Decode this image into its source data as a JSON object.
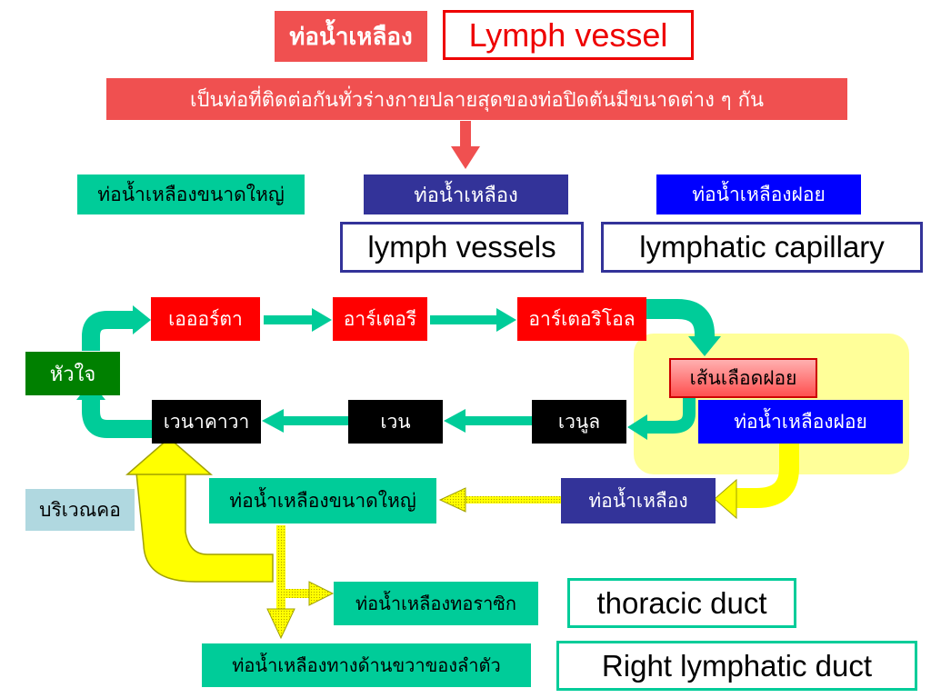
{
  "header": {
    "title_th": "ท่อน้ำเหลือง",
    "title_en": "Lymph vessel",
    "definition": "เป็นท่อที่ติดต่อกันทั่วร่างกายปลายสุดของท่อปิดตันมีขนาดต่าง ๆ กัน"
  },
  "types": {
    "large": "ท่อน้ำเหลืองขนาดใหญ่",
    "vessel": "ท่อน้ำเหลือง",
    "vessel_en": "lymph vessels",
    "capillary": "ท่อน้ำเหลืองฝอย",
    "capillary_en": "lymphatic capillary"
  },
  "circulation": {
    "heart": "หัวใจ",
    "aorta": "เอออร์ตา",
    "artery": "อาร์เตอรี",
    "arteriole": "อาร์เตอริโอล",
    "capillary": "เส้นเลือดฝอย",
    "lymph_capillary": "ท่อน้ำเหลืองฝอย",
    "vena_cava": "เวนาคาวา",
    "vein": "เวน",
    "venule": "เวนูล"
  },
  "lymph_path": {
    "neck": "บริเวณคอ",
    "large_duct": "ท่อน้ำเหลืองขนาดใหญ่",
    "lymph_vessel": "ท่อน้ำเหลือง",
    "thoracic_th": "ท่อน้ำเหลืองทอราซิก",
    "thoracic_en": "thoracic duct",
    "right_th": "ท่อน้ำเหลืองทางด้านขวาของลำตัว",
    "right_en": "Right lymphatic duct"
  },
  "colors": {
    "red_box": "#f05050",
    "bright_red": "#ff0000",
    "navy": "#333399",
    "blue": "#0000ff",
    "teal": "#00cc99",
    "yellow": "#ffff00",
    "pale_yellow": "#ffff99"
  }
}
